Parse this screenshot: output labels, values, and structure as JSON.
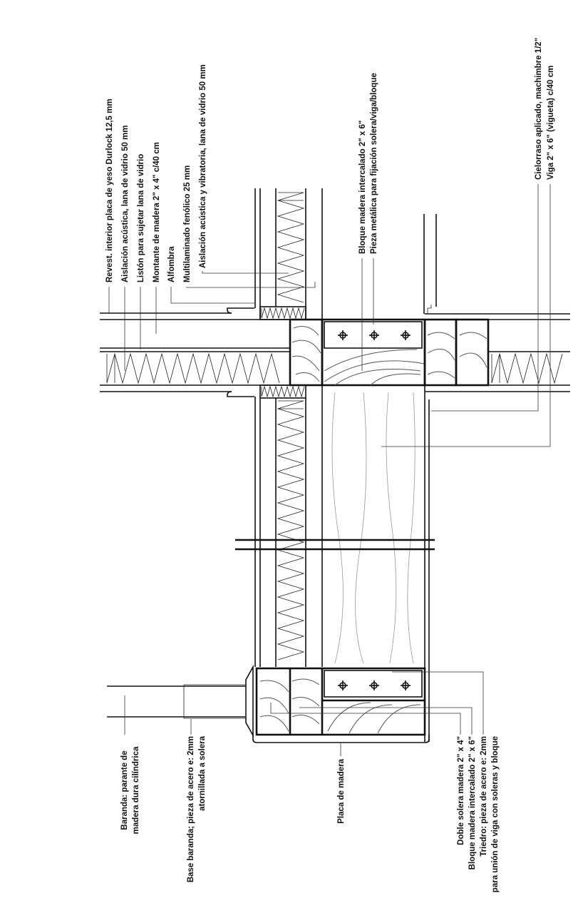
{
  "labels_top": [
    "Revest. interior placa de yeso Durlock 12,5 mm",
    "Aislación acústica, lana de vidrio 50 mm",
    "Listón para sujetar lana de vidrio",
    "Montante de madera 2\" x 4\" c/40 cm",
    "Alfombra",
    "Multilaminado fenólico 25 mm",
    "Aislación acústica y vibratoria, lana de vidrio 50 mm"
  ],
  "labels_middle": [
    "Bloque madera intercalado 2\" x 6\"",
    "Pieza metálica para fijación solera/viga/bloque"
  ],
  "labels_right": [
    "Cielorraso aplicado, machimbre 1/2\"",
    "Viga 2\" x 6\" (vigueta) c/40 cm"
  ],
  "labels_bottom": {
    "baranda": [
      "Baranda: parante de",
      "madera dura cilíndrica"
    ],
    "base_baranda": [
      "Base baranda; pieza de acero e: 2mm",
      "atornillada a solera"
    ],
    "placa": "Placa de madera",
    "doble_solera": "Doble solera madera 2\" x 4\"",
    "bloque": "Bloque madera intercalado 2\" x 6\"",
    "triedro": [
      "Triedro: pieza de acero e: 2mm",
      "para unión de viga con soleras y bloque"
    ]
  }
}
